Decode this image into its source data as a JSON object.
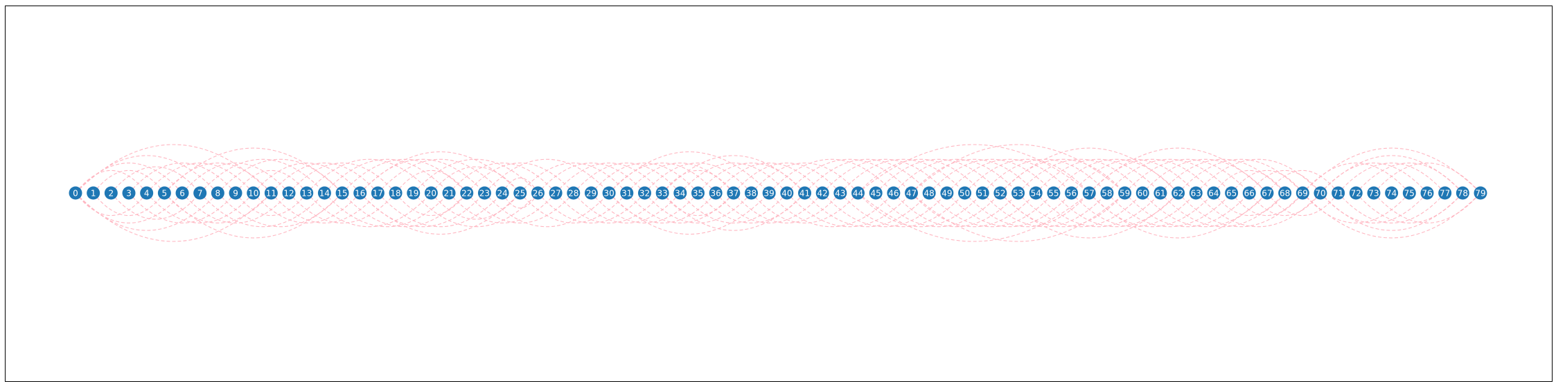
{
  "colors": {
    "node": "#1f77b4",
    "node_label": "#ffffff",
    "edge": "#ffb6c1",
    "frame": "#000000",
    "background": "#ffffff"
  },
  "diagram": {
    "type": "arc-diagram",
    "node_count": 80,
    "nodes": [
      "0",
      "1",
      "2",
      "3",
      "4",
      "5",
      "6",
      "7",
      "8",
      "9",
      "10",
      "11",
      "12",
      "13",
      "14",
      "15",
      "16",
      "17",
      "18",
      "19",
      "20",
      "21",
      "22",
      "23",
      "24",
      "25",
      "26",
      "27",
      "28",
      "29",
      "30",
      "31",
      "32",
      "33",
      "34",
      "35",
      "36",
      "37",
      "38",
      "39",
      "40",
      "41",
      "42",
      "43",
      "44",
      "45",
      "46",
      "47",
      "48",
      "49",
      "50",
      "51",
      "52",
      "53",
      "54",
      "55",
      "56",
      "57",
      "58",
      "59",
      "60",
      "61",
      "62",
      "63",
      "64",
      "65",
      "66",
      "67",
      "68",
      "69",
      "70",
      "71",
      "72",
      "73",
      "74",
      "75",
      "76",
      "77",
      "78",
      "79"
    ],
    "edges": [
      [
        0,
        4
      ],
      [
        0,
        6
      ],
      [
        0,
        8
      ],
      [
        0,
        11
      ],
      [
        1,
        5
      ],
      [
        2,
        7
      ],
      [
        3,
        9
      ],
      [
        4,
        10
      ],
      [
        5,
        11
      ],
      [
        6,
        12
      ],
      [
        7,
        14
      ],
      [
        8,
        15
      ],
      [
        9,
        13
      ],
      [
        10,
        16
      ],
      [
        11,
        17
      ],
      [
        12,
        18
      ],
      [
        13,
        20
      ],
      [
        14,
        21
      ],
      [
        15,
        22
      ],
      [
        16,
        23
      ],
      [
        17,
        24
      ],
      [
        18,
        22
      ],
      [
        19,
        26
      ],
      [
        20,
        25
      ],
      [
        21,
        27
      ],
      [
        22,
        28
      ],
      [
        23,
        30
      ],
      [
        24,
        26
      ],
      [
        25,
        31
      ],
      [
        26,
        32
      ],
      [
        27,
        33
      ],
      [
        28,
        34
      ],
      [
        29,
        35
      ],
      [
        30,
        36
      ],
      [
        31,
        37
      ],
      [
        32,
        38
      ],
      [
        33,
        37
      ],
      [
        34,
        40
      ],
      [
        35,
        41
      ],
      [
        36,
        42
      ],
      [
        37,
        43
      ],
      [
        38,
        44
      ],
      [
        39,
        46
      ],
      [
        40,
        47
      ],
      [
        41,
        48
      ],
      [
        42,
        49
      ],
      [
        43,
        50
      ],
      [
        44,
        51
      ],
      [
        45,
        52
      ],
      [
        46,
        53
      ],
      [
        47,
        54
      ],
      [
        48,
        55
      ],
      [
        49,
        56
      ],
      [
        50,
        57
      ],
      [
        51,
        58
      ],
      [
        52,
        59
      ],
      [
        53,
        60
      ],
      [
        54,
        61
      ],
      [
        55,
        62
      ],
      [
        56,
        63
      ],
      [
        57,
        64
      ],
      [
        58,
        65
      ],
      [
        59,
        66
      ],
      [
        60,
        67
      ],
      [
        61,
        68
      ],
      [
        62,
        69
      ],
      [
        63,
        70
      ],
      [
        64,
        68
      ],
      [
        65,
        69
      ],
      [
        66,
        70
      ],
      [
        67,
        71
      ],
      [
        69,
        75
      ],
      [
        70,
        76
      ],
      [
        71,
        77
      ],
      [
        72,
        78
      ],
      [
        73,
        79
      ],
      [
        69,
        79
      ],
      [
        70,
        78
      ],
      [
        33,
        41
      ],
      [
        44,
        57
      ],
      [
        47,
        59
      ],
      [
        52,
        62
      ],
      [
        57,
        67
      ],
      [
        30,
        39
      ],
      [
        16,
        25
      ],
      [
        5,
        15
      ]
    ]
  }
}
